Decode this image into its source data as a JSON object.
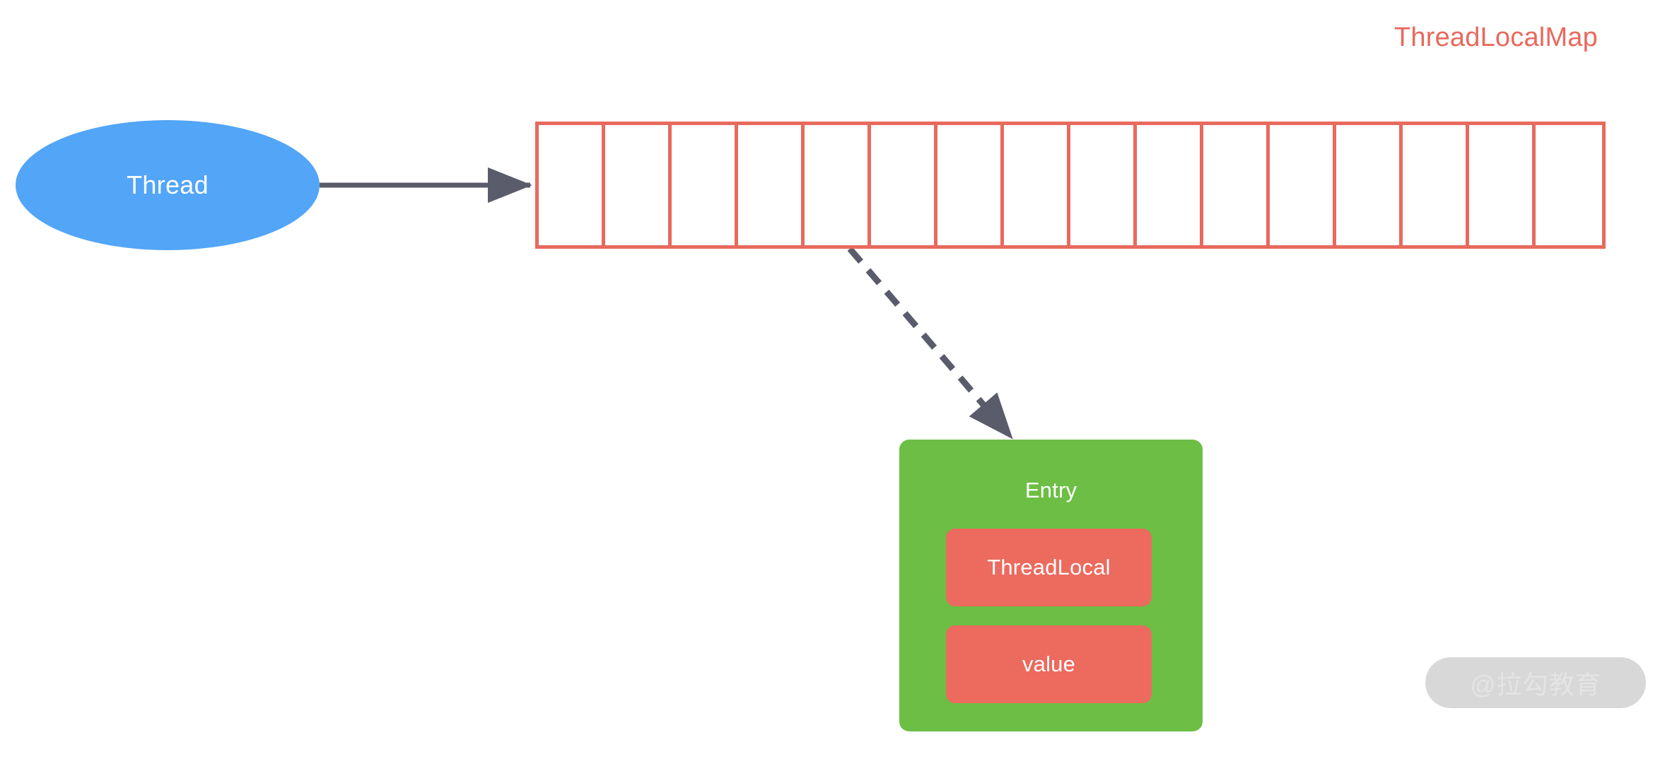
{
  "diagram": {
    "title": "ThreadLocalMap",
    "title_color": "#e8695d",
    "background": "#ffffff"
  },
  "thread_node": {
    "label": "Thread",
    "shape": "ellipse",
    "fill": "#52a5f7",
    "text_color": "#ffffff"
  },
  "map_array": {
    "name": "ThreadLocalMap table",
    "border_color": "#e8695d",
    "cell_count": 16,
    "cells": [
      {
        "index": 0,
        "value": ""
      },
      {
        "index": 1,
        "value": ""
      },
      {
        "index": 2,
        "value": ""
      },
      {
        "index": 3,
        "value": ""
      },
      {
        "index": 4,
        "value": ""
      },
      {
        "index": 5,
        "value": ""
      },
      {
        "index": 6,
        "value": ""
      },
      {
        "index": 7,
        "value": ""
      },
      {
        "index": 8,
        "value": ""
      },
      {
        "index": 9,
        "value": ""
      },
      {
        "index": 10,
        "value": ""
      },
      {
        "index": 11,
        "value": ""
      },
      {
        "index": 12,
        "value": ""
      },
      {
        "index": 13,
        "value": ""
      },
      {
        "index": 14,
        "value": ""
      },
      {
        "index": 15,
        "value": ""
      }
    ]
  },
  "entry_node": {
    "title": "Entry",
    "fill": "#6cbe45",
    "text_color": "#ffffff",
    "fields": [
      {
        "label": "ThreadLocal",
        "fill": "#ec6a5e"
      },
      {
        "label": "value",
        "fill": "#ec6a5e"
      }
    ]
  },
  "connectors": [
    {
      "name": "thread-to-map",
      "style": "solid",
      "color": "#5a5c6b",
      "from": "Thread",
      "to": "ThreadLocalMap table"
    },
    {
      "name": "map-cell-to-entry",
      "style": "dashed",
      "color": "#5a5c6b",
      "from": "ThreadLocalMap table",
      "to": "Entry"
    }
  ],
  "watermark": {
    "text": "@拉勾教育",
    "pill_color": "#d8d8d8",
    "text_color": "#e4e4e4"
  }
}
